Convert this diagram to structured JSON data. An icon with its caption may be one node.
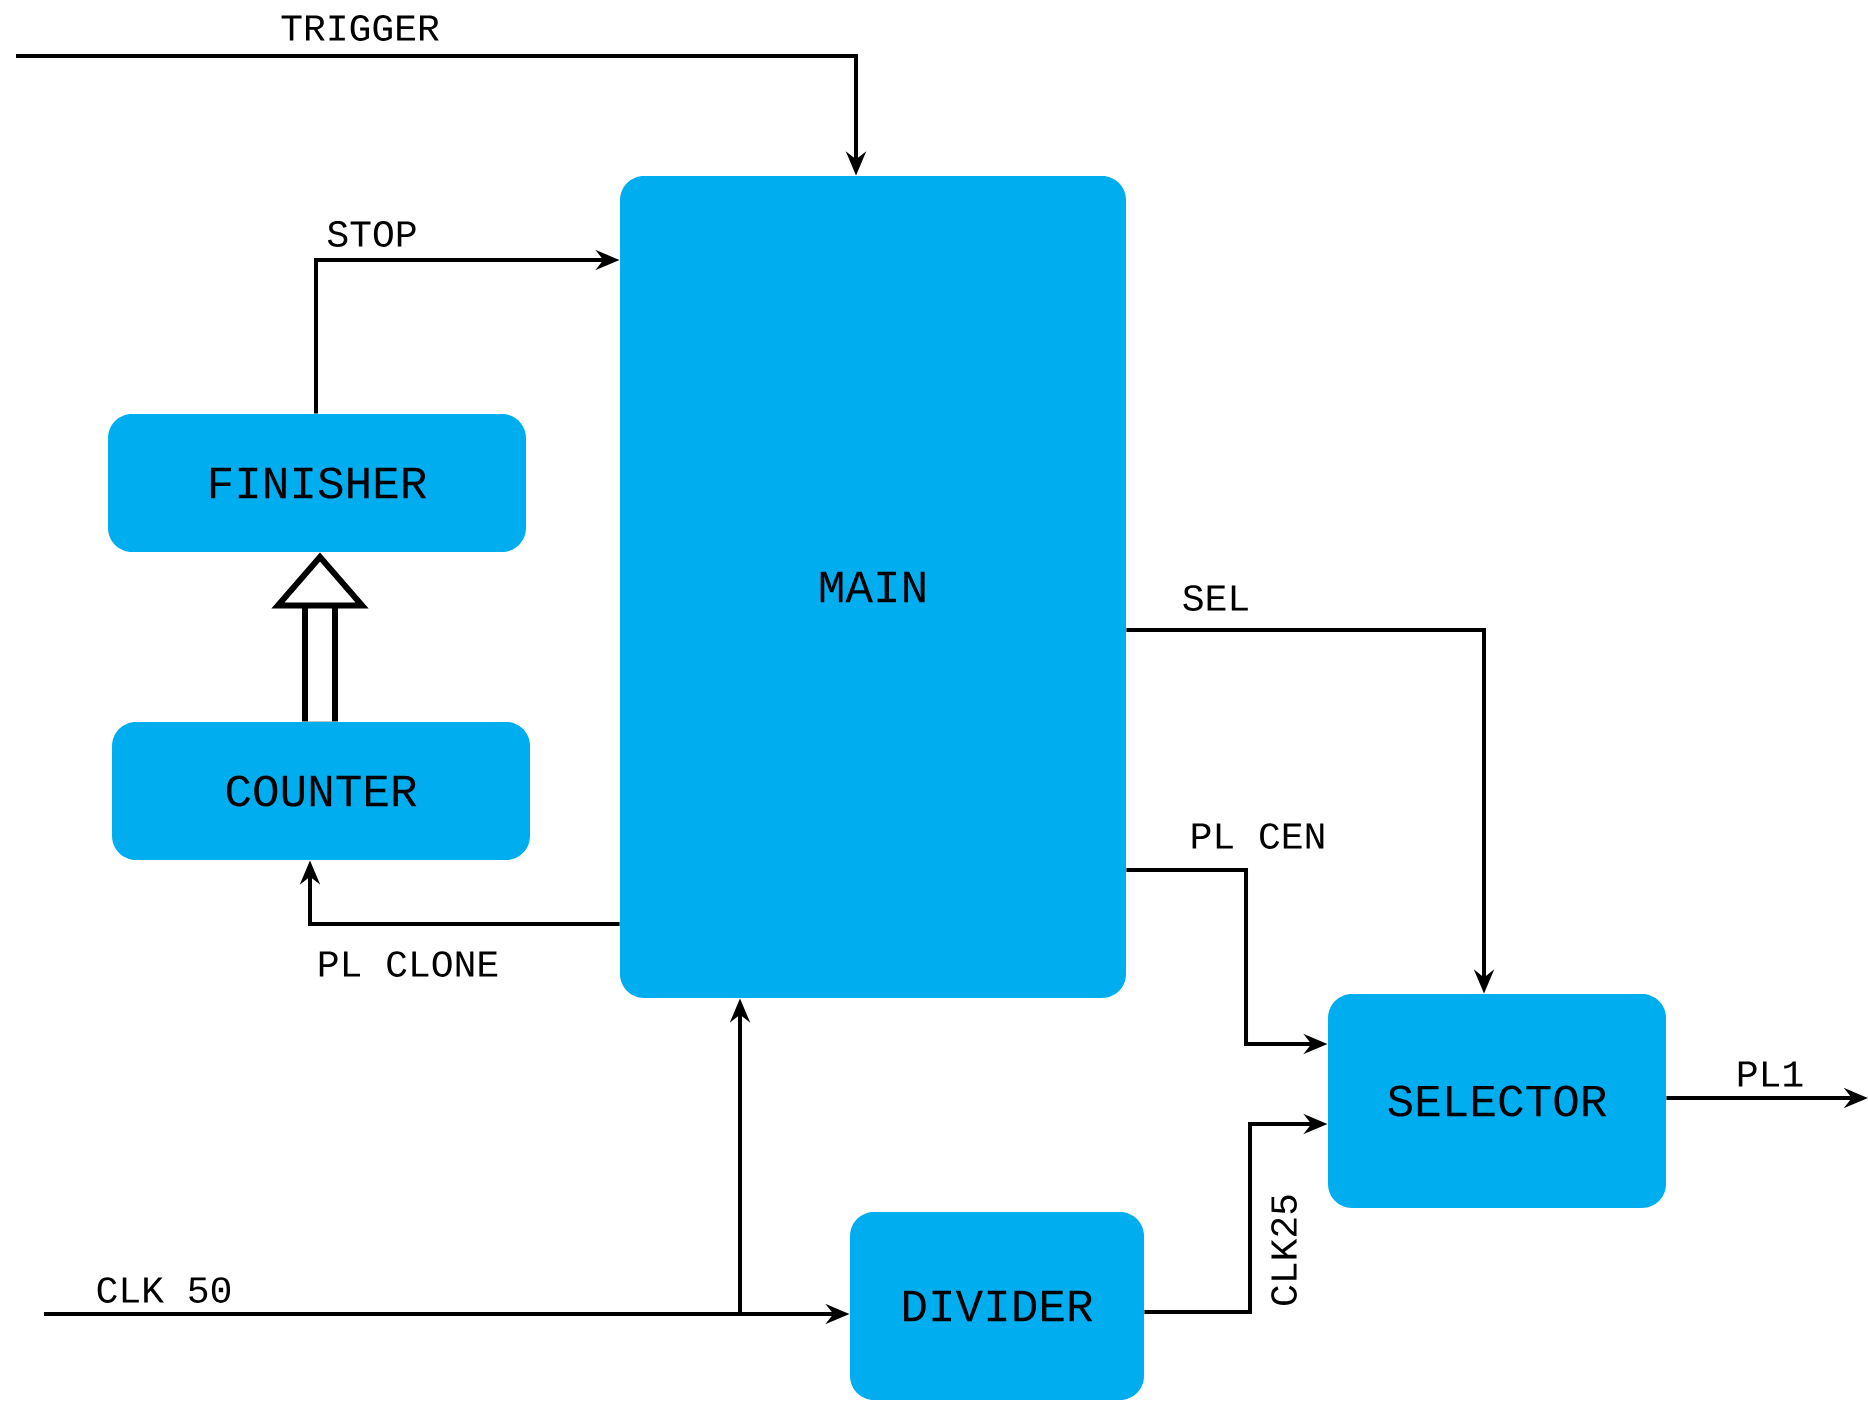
{
  "diagram": {
    "nodes": [
      {
        "text": [
          "MAIN"
        ]
      },
      {
        "text": [
          "FINISHER"
        ]
      },
      {
        "text": [
          "COUNTER"
        ]
      },
      {
        "text": [
          "SELECTOR"
        ]
      },
      {
        "text": [
          "DIVIDER"
        ]
      }
    ],
    "edges": [
      {
        "from": null,
        "to": 0,
        "arrow": "to",
        "label": "TRIGGER"
      },
      {
        "from": 1,
        "to": 0,
        "arrow": "to",
        "label": "STOP"
      },
      {
        "from": 2,
        "to": 1,
        "arrow": "to",
        "style": "thick"
      },
      {
        "from": 0,
        "to": 2,
        "arrow": "to",
        "label": "PL CLONE"
      },
      {
        "from": 0,
        "to": 3,
        "arrow": "to",
        "label": "SEL"
      },
      {
        "from": 0,
        "to": 3,
        "arrow": "to",
        "label": "PL CEN"
      },
      {
        "from": 4,
        "to": 3,
        "arrow": "to",
        "label": "CLK25"
      },
      {
        "from": 3,
        "to": null,
        "arrow": "to",
        "label": "PL1"
      },
      {
        "from": null,
        "to": 4,
        "arrow": "to",
        "label": "CLK 50"
      },
      {
        "from": null,
        "to": 0,
        "arrow": "to"
      }
    ]
  }
}
